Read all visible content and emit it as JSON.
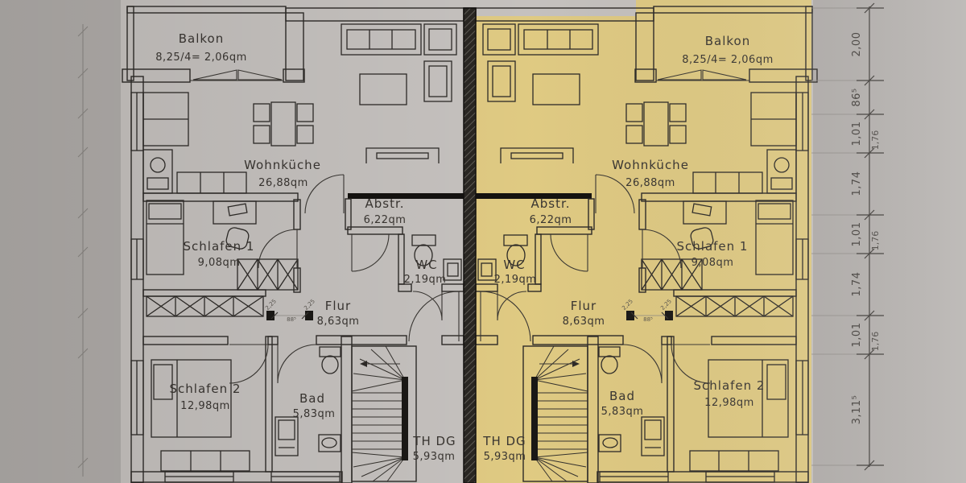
{
  "colors": {
    "background": "#b3afac",
    "paper": "#c9c5c2",
    "highlight": "#e4ce85",
    "line": "#2e2b28",
    "wall_dark": "#1b1916",
    "text": "#3a3632"
  },
  "units": [
    {
      "id": "left",
      "highlighted": false,
      "rooms": {
        "balkon": {
          "name": "Balkon",
          "area": "8,25/4=  2,06qm"
        },
        "wohnkueche": {
          "name": "Wohnküche",
          "area": "26,88qm"
        },
        "abstr": {
          "name": "Abstr.",
          "area": "6,22qm"
        },
        "wc": {
          "name": "WC",
          "area": "2,19qm"
        },
        "schlafen1": {
          "name": "Schlafen 1",
          "area": "9,08qm"
        },
        "flur": {
          "name": "Flur",
          "area": "8,63qm"
        },
        "schlafen2": {
          "name": "Schlafen 2",
          "area": "12,98qm"
        },
        "bad": {
          "name": "Bad",
          "area": "5,83qm"
        },
        "thdg": {
          "name": "TH  DG",
          "area": "5,93qm"
        }
      }
    },
    {
      "id": "right",
      "highlighted": true,
      "rooms": {
        "balkon": {
          "name": "Balkon",
          "area": "8,25/4=  2,06qm"
        },
        "wohnkueche": {
          "name": "Wohnküche",
          "area": "26,88qm"
        },
        "abstr": {
          "name": "Abstr.",
          "area": "6,22qm"
        },
        "wc": {
          "name": "WC",
          "area": "2,19qm"
        },
        "schlafen1": {
          "name": "Schlafen 1",
          "area": "9,08qm"
        },
        "flur": {
          "name": "Flur",
          "area": "8,63qm"
        },
        "schlafen2": {
          "name": "Schlafen 2",
          "area": "12,98qm"
        },
        "bad": {
          "name": "Bad",
          "area": "5,83qm"
        },
        "thdg": {
          "name": "TH  DG",
          "area": "5,93qm"
        }
      }
    }
  ],
  "door_annotation": {
    "height": "2,25",
    "width": "88⁵"
  },
  "dimensions": {
    "chain": [
      "2,00",
      "86⁵",
      "1,01",
      "1,74",
      "1,01",
      "1,74",
      "1,01",
      "3,11⁵"
    ],
    "secondary": [
      "1,76",
      "1,76",
      "1,76"
    ]
  }
}
